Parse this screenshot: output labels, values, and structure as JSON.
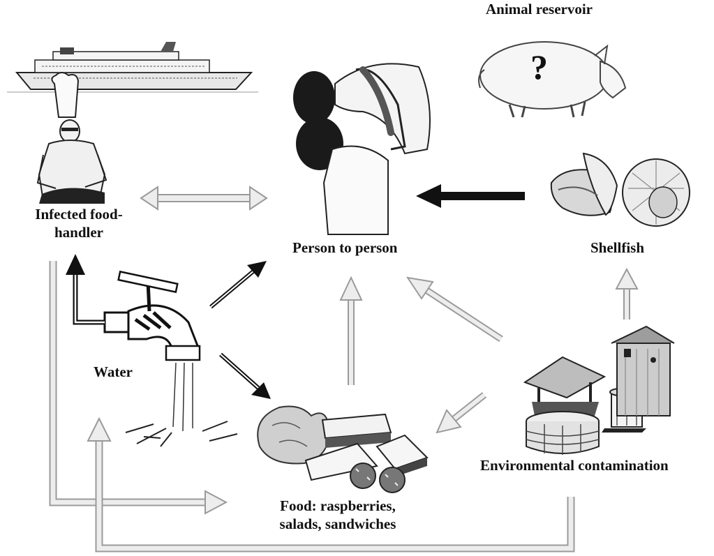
{
  "diagram": {
    "nodes": {
      "animal_reservoir": {
        "label": "Animal reservoir",
        "mark": "?"
      },
      "infected_food_handler": {
        "line1": "Infected food-",
        "line2": "handler"
      },
      "person_to_person": {
        "label": "Person to person"
      },
      "shellfish": {
        "label": "Shellfish"
      },
      "water": {
        "label": "Water"
      },
      "environmental_contamination": {
        "label": "Environmental contamination"
      },
      "food": {
        "line1": "Food: raspberries,",
        "line2": "salads, sandwiches"
      }
    },
    "edges": [
      {
        "from": "Infected food-handler",
        "to": "Person to person",
        "style": "light",
        "direction": "both"
      },
      {
        "from": "Shellfish",
        "to": "Person to person",
        "style": "bold"
      },
      {
        "from": "Water",
        "to": "Person to person",
        "style": "dark"
      },
      {
        "from": "Water",
        "to": "Food: raspberries, salads, sandwiches",
        "style": "dark"
      },
      {
        "from": "Water",
        "to": "Infected food-handler",
        "style": "dark"
      },
      {
        "from": "Food: raspberries, salads, sandwiches",
        "to": "Person to person",
        "style": "light"
      },
      {
        "from": "Environmental contamination",
        "to": "Person to person",
        "style": "light"
      },
      {
        "from": "Environmental contamination",
        "to": "Food: raspberries, salads, sandwiches",
        "style": "light"
      },
      {
        "from": "Environmental contamination",
        "to": "Shellfish",
        "style": "light"
      },
      {
        "from": "Infected food-handler",
        "to": "Food: raspberries, salads, sandwiches",
        "style": "light"
      },
      {
        "from": "Environmental contamination",
        "to": "Water",
        "style": "light"
      }
    ],
    "colors": {
      "dark_arrow": "#111111",
      "light_arrow": "#b9b9b9",
      "background": "#ffffff"
    }
  }
}
